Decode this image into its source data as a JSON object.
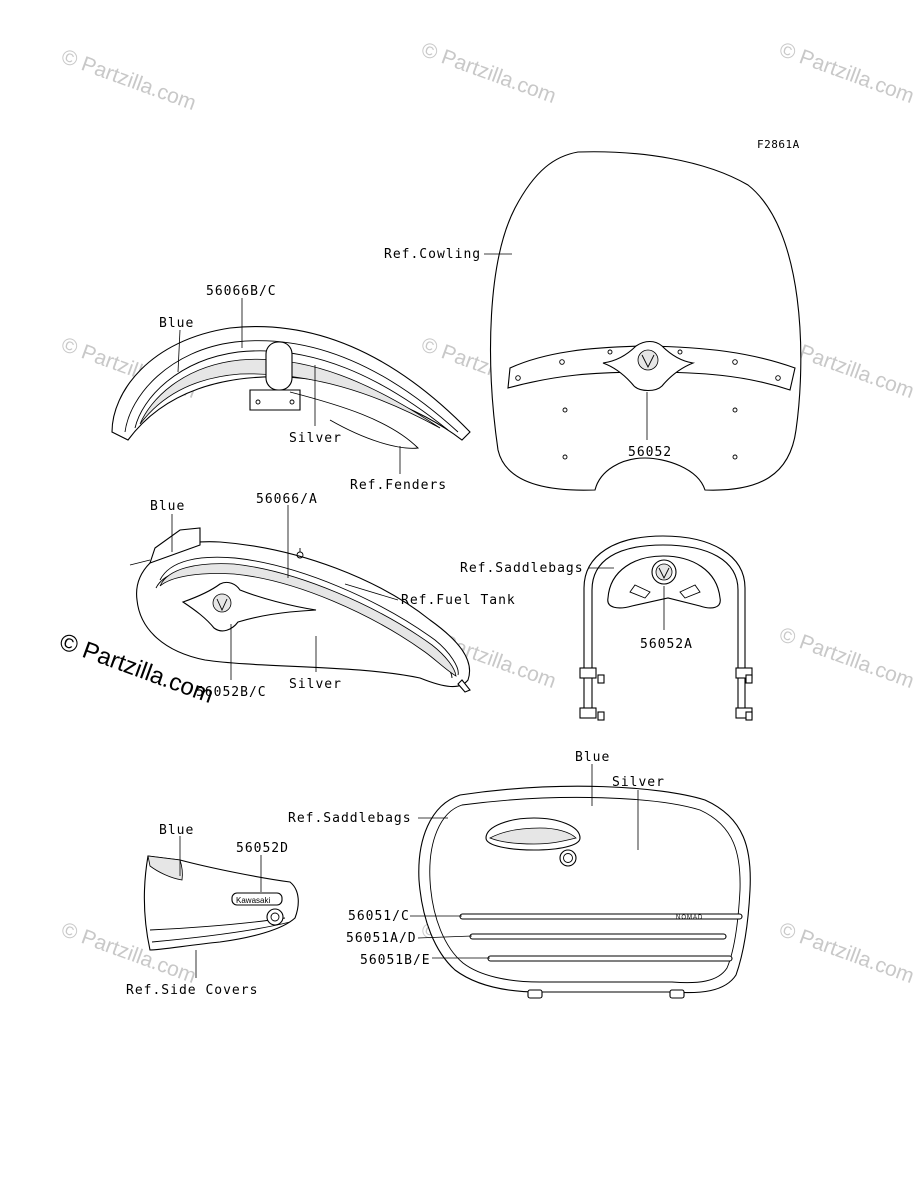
{
  "figure_code": "F2861A",
  "watermark": {
    "text": "© Partzilla.com",
    "big_text": "© Partzilla.com"
  },
  "labels": {
    "ref_cowling": "Ref.Cowling",
    "fender_part": "56066B/C",
    "fender_blue": "Blue",
    "fender_silver": "Silver",
    "ref_fenders": "Ref.Fenders",
    "cowling_part": "56052",
    "tank_blue": "Blue",
    "tank_part": "56066/A",
    "ref_fuel_tank": "Ref.Fuel Tank",
    "tank_emblem": "56052B/C",
    "tank_silver": "Silver",
    "ref_saddlebags_top": "Ref.Saddlebags",
    "backrest_part": "56052A",
    "side_blue": "Blue",
    "side_part": "56052D",
    "ref_side_covers": "Ref.Side Covers",
    "bag_blue": "Blue",
    "bag_silver": "Silver",
    "ref_saddlebags_bottom": "Ref.Saddlebags",
    "stripe_1": "56051/C",
    "stripe_2": "56051A/D",
    "stripe_3": "56051B/E",
    "nomad_text": "NOMAD",
    "kawasaki_text": "Kawasaki"
  }
}
